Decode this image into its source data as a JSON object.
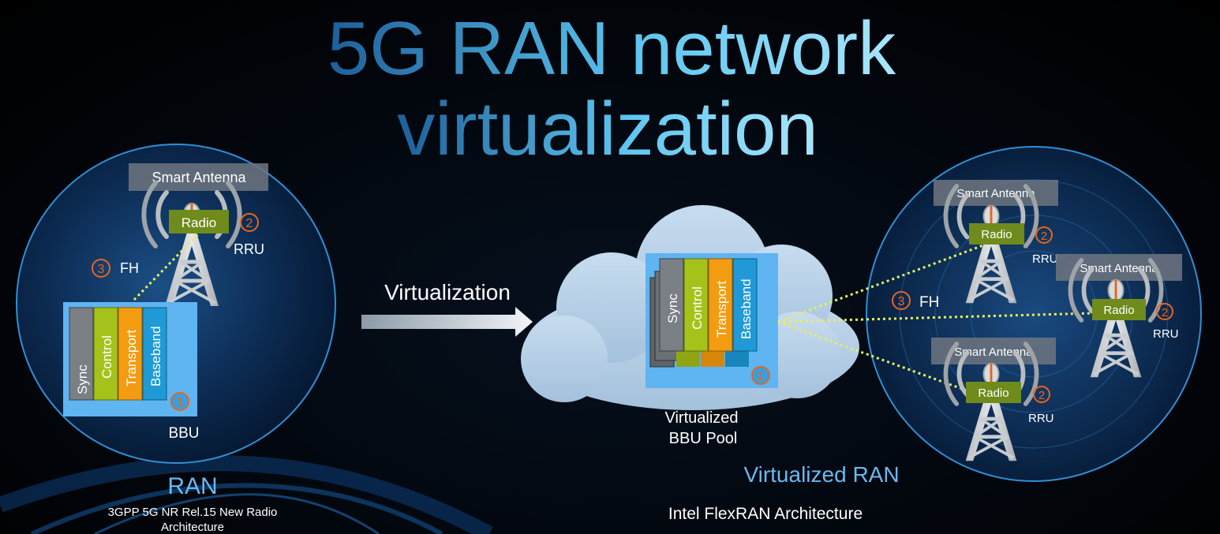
{
  "title": {
    "line1": "5G RAN network",
    "line2": "virtualization"
  },
  "left": {
    "antenna_label": "Smart Antenna",
    "radio_label": "Radio",
    "rru_label": "RRU",
    "fh_label": "FH",
    "bbu_label": "BBU",
    "stack": [
      "Sync",
      "Control",
      "Transport",
      "Baseband"
    ],
    "badges": {
      "bbu": "1",
      "rru": "2",
      "fh": "3"
    },
    "caption": "RAN",
    "subcaption_line1": "3GPP 5G NR Rel.15 New Radio",
    "subcaption_line2": "Architecture"
  },
  "middle": {
    "arrow_label": "Virtualization",
    "stack": [
      "Sync",
      "Control",
      "Transport",
      "Baseband"
    ],
    "badge": "1",
    "pool_line1": "Virtualized",
    "pool_line2": "BBU Pool",
    "footer": "Intel FlexRAN Architecture"
  },
  "right": {
    "antenna_label": "Smart Antenna",
    "radio_label": "Radio",
    "rru_label": "RRU",
    "fh_label": "FH",
    "badges": {
      "rru": "2",
      "fh": "3"
    },
    "caption": "Virtualized RAN"
  },
  "colors": {
    "radio_green": "#6e8b1c",
    "stack_sync": "#7a7f85",
    "stack_control": "#a5c21a",
    "stack_transport": "#f39c12",
    "stack_baseband": "#1f9ad6",
    "bbu_panel": "#5fb4f2",
    "badge_orange": "#e8641c",
    "fh_line": "#e6f05a",
    "caption_blue": "#6ab8f0"
  }
}
